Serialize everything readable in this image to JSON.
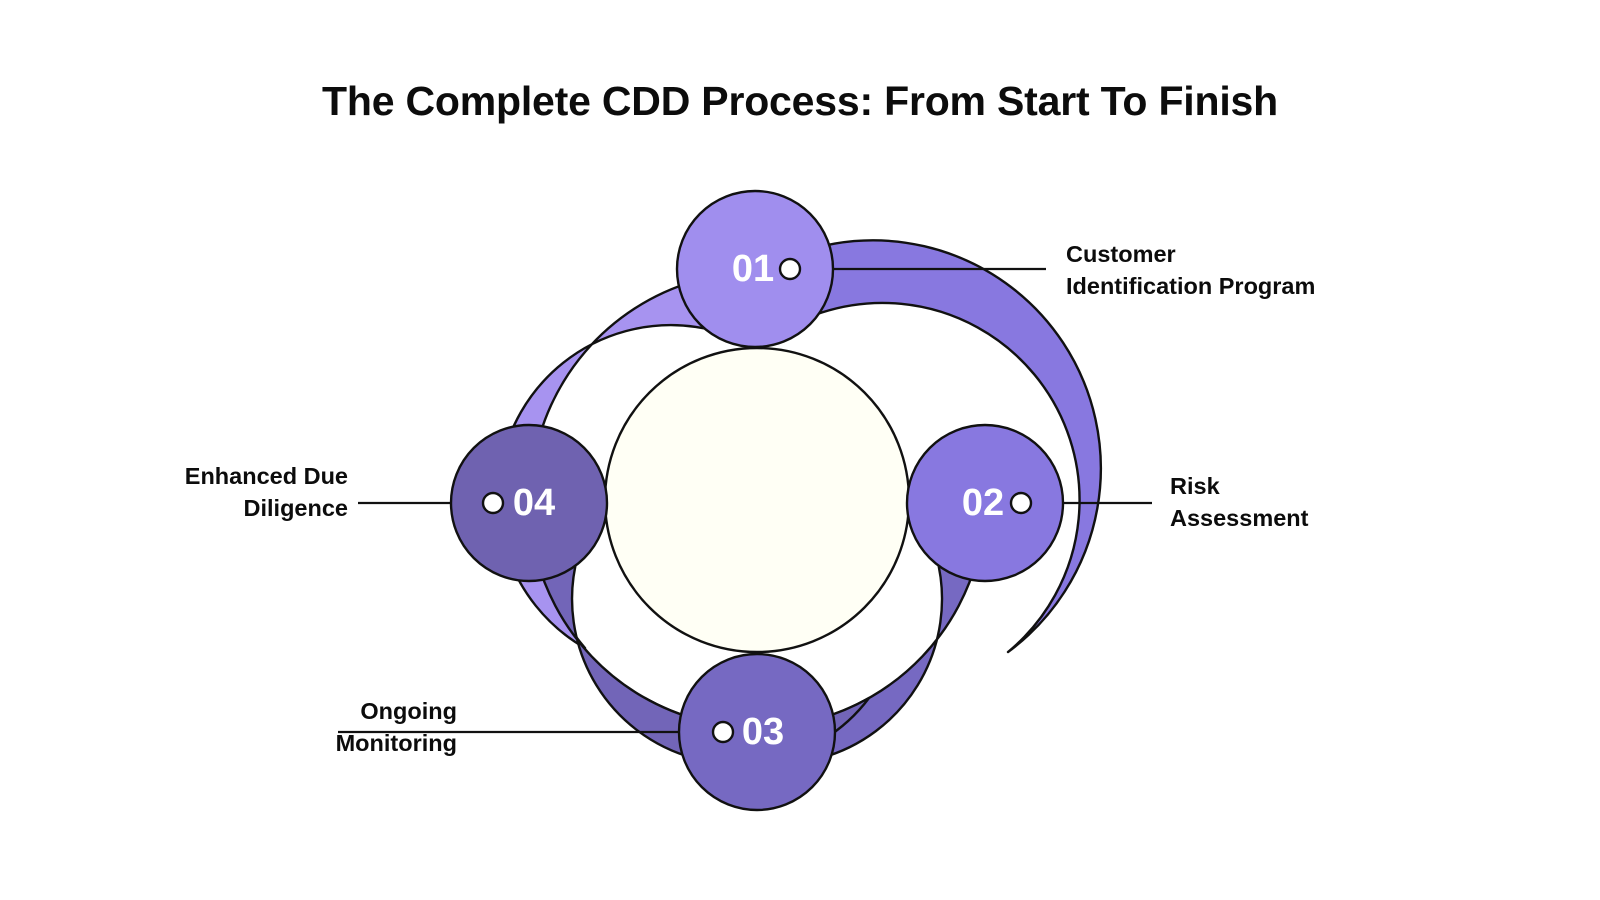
{
  "page": {
    "title": "The Complete CDD Process: From Start To Finish",
    "background_color": "#FFFFFF",
    "text_color": "#0C0C0C"
  },
  "diagram": {
    "type": "circular-process",
    "center_circle_color": "#FFFFF5",
    "outline_color": "#111111",
    "badge_text_color": "#FFFFFF",
    "connector_dot_fill": "#FFFFFF",
    "steps": [
      {
        "number": "01",
        "label": "Customer\nIdentification Program",
        "label_line_1": "Customer",
        "label_line_2": "Identification Program",
        "petal_color": "#A793F0",
        "badge_color": "#A08EEE",
        "position": "top",
        "label_side": "right"
      },
      {
        "number": "02",
        "label": "Risk\nAssessment",
        "label_line_1": "Risk",
        "label_line_2": "Assessment",
        "petal_color": "#8878E0",
        "badge_color": "#8878E0",
        "position": "right",
        "label_side": "right"
      },
      {
        "number": "03",
        "label": "Ongoing\nMonitoring",
        "label_line_1": "Ongoing",
        "label_line_2": "Monitoring",
        "petal_color": "#7669C2",
        "badge_color": "#7669C2",
        "position": "bottom",
        "label_side": "left"
      },
      {
        "number": "04",
        "label": "Enhanced Due\nDiligence",
        "label_line_1": "Enhanced Due",
        "label_line_2": "Diligence",
        "petal_color": "#7265B8",
        "badge_color": "#6F62B0",
        "position": "left",
        "label_side": "left"
      }
    ]
  }
}
